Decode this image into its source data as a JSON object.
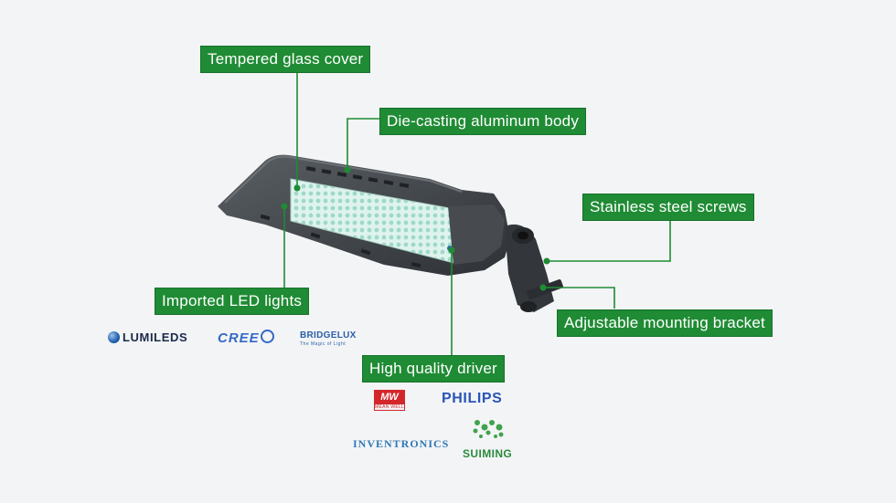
{
  "callouts": {
    "glass": "Tempered glass cover",
    "body": "Die-casting aluminum body",
    "screws": "Stainless steel screws",
    "led": "Imported LED lights",
    "bracket": "Adjustable mounting bracket",
    "driver": "High quality  driver"
  },
  "brands": {
    "lumileds": "LUMILEDS",
    "cree": "CREE",
    "bridgelux": "BRIDGELUX",
    "bridgelux_tagline": "The Magic of Light",
    "meanwell_logo": "MW",
    "meanwell_name": "MEAN WELL",
    "philips": "PHILIPS",
    "inventronics": "INVENTRONICS",
    "suiming": "SUIMING"
  },
  "colors": {
    "callout_bg": "#1f8b34",
    "leader_line": "#1f8b34",
    "background": "#f3f4f6",
    "luminaire_body": "#3d4145",
    "led_panel": "#d9f1ea"
  }
}
